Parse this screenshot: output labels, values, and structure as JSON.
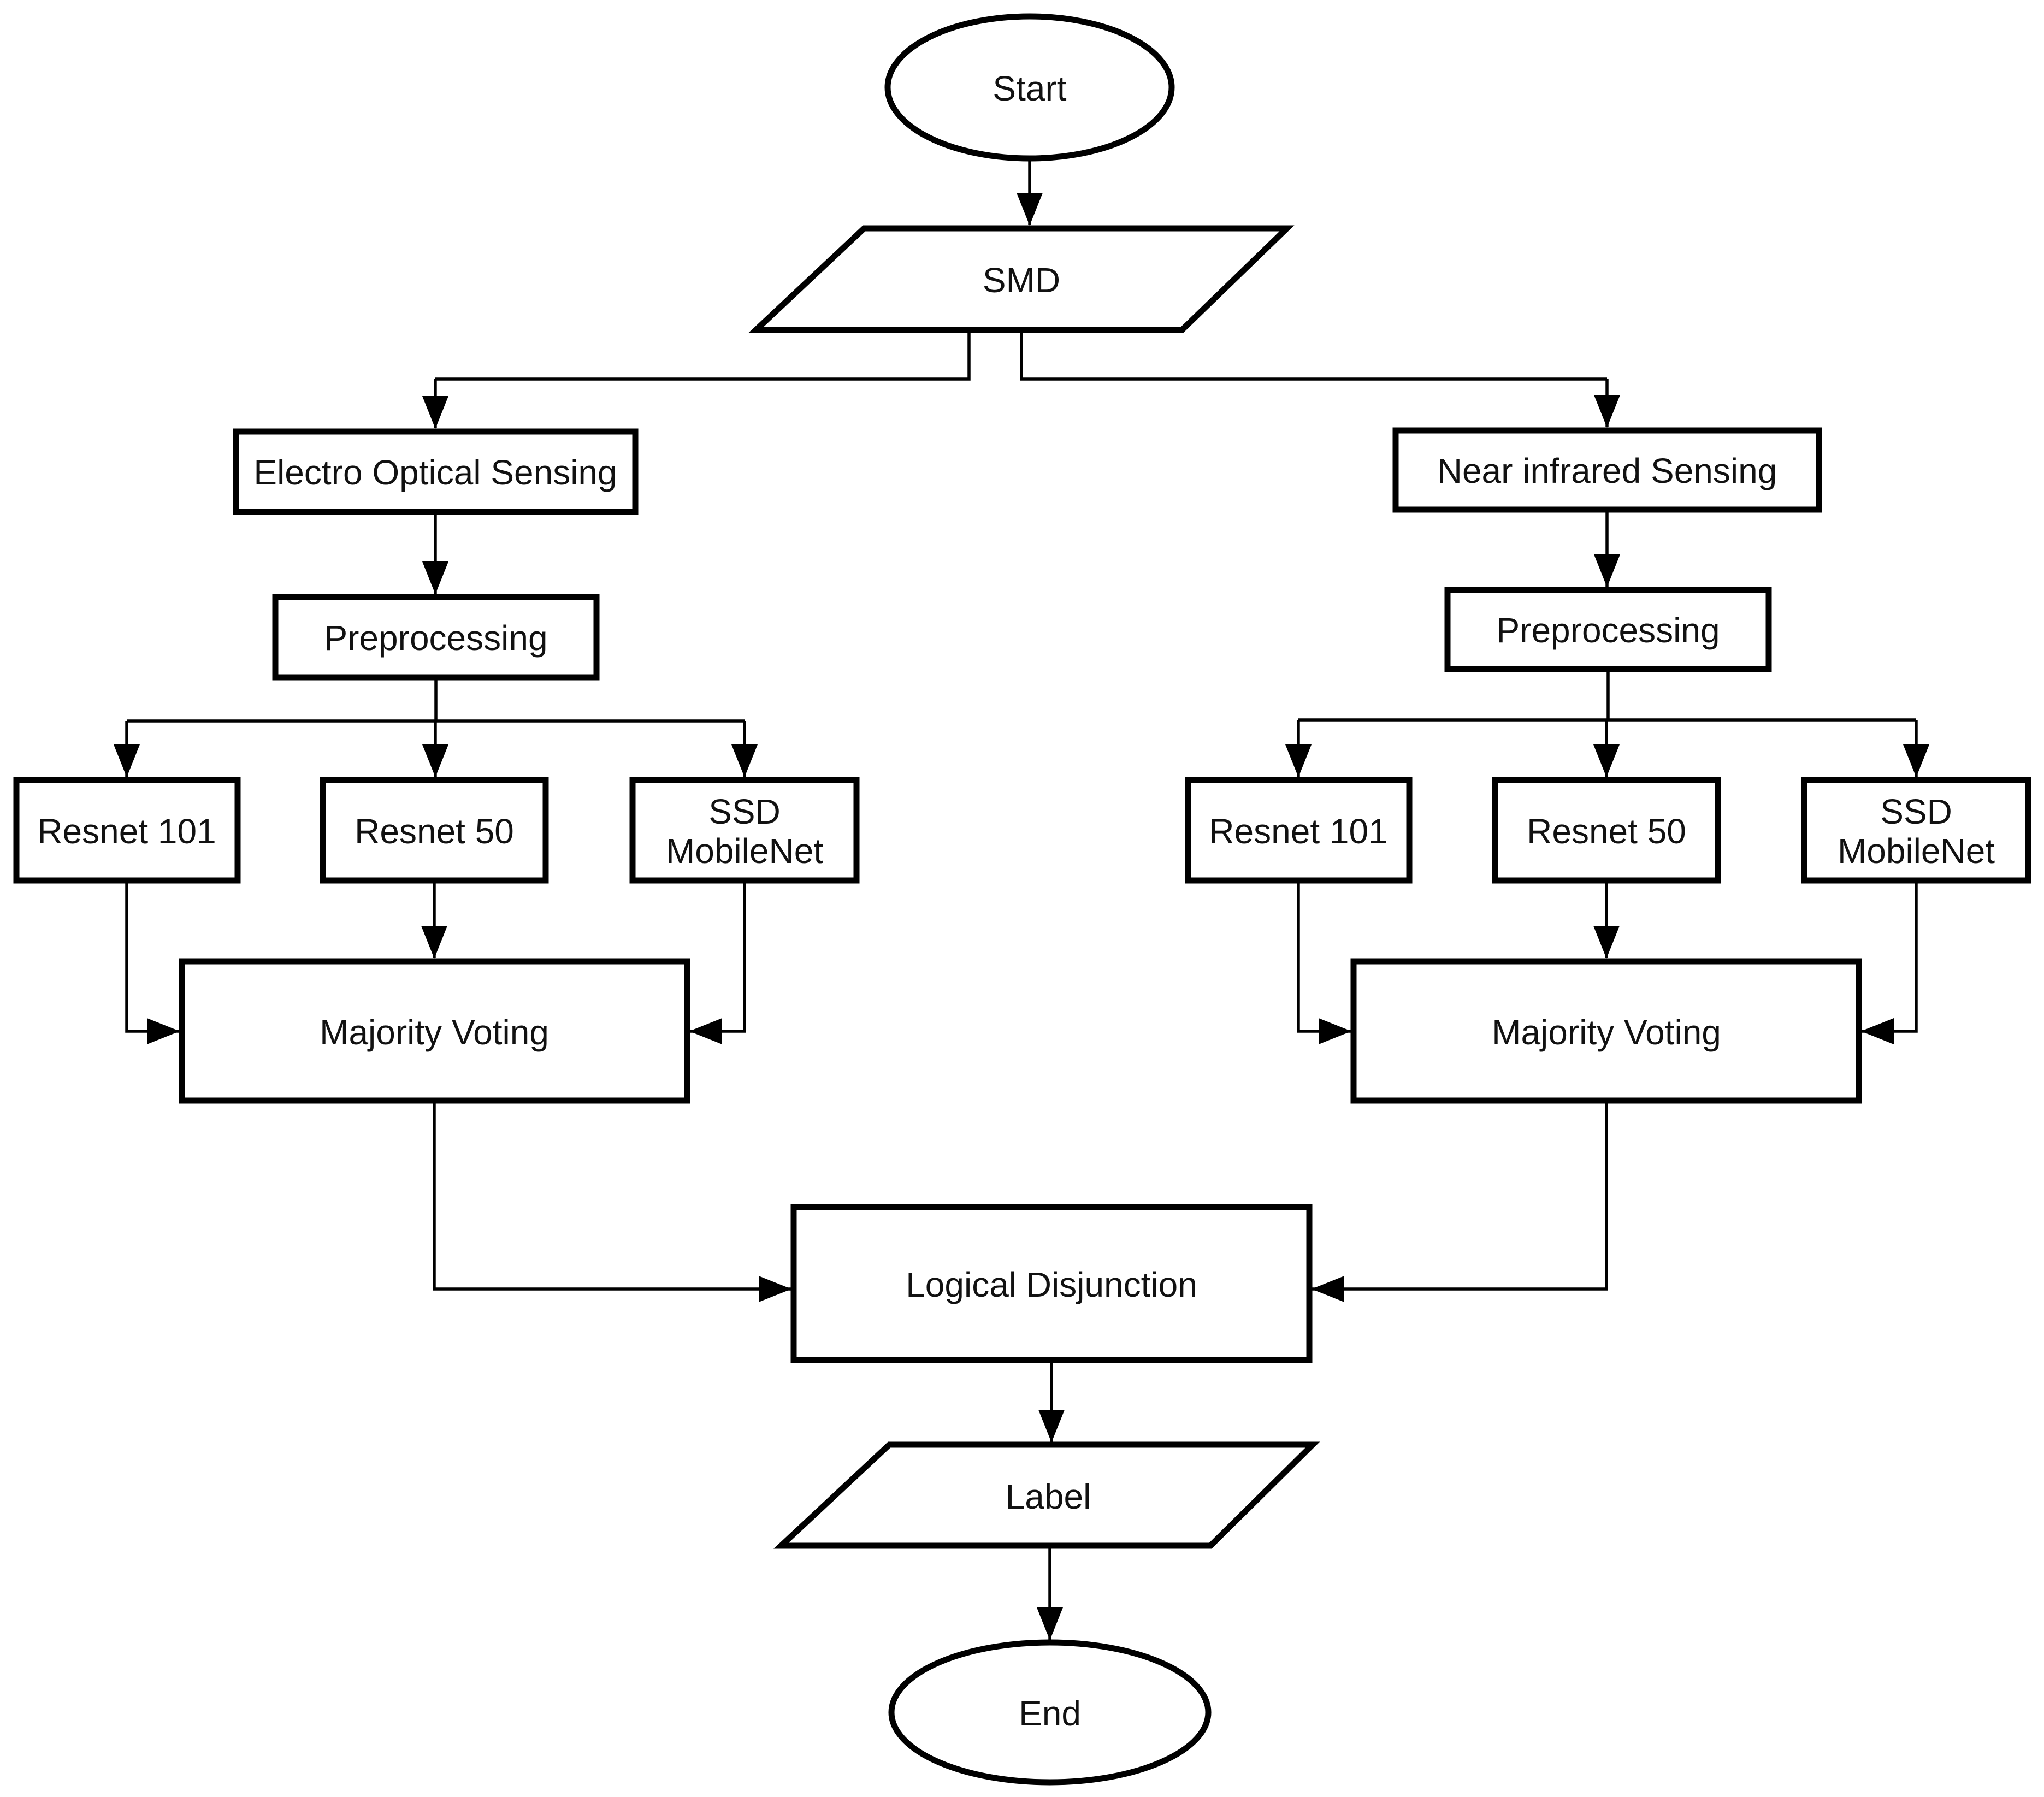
{
  "diagram": {
    "type": "flowchart",
    "nodes": {
      "start": {
        "label": "Start",
        "shape": "terminator"
      },
      "smd": {
        "label": "SMD",
        "shape": "data"
      },
      "electro_optical": {
        "label": "Electro Optical Sensing",
        "shape": "process"
      },
      "near_infrared": {
        "label": "Near infrared Sensing",
        "shape": "process"
      },
      "preprocessing_left": {
        "label": "Preprocessing",
        "shape": "process"
      },
      "preprocessing_right": {
        "label": "Preprocessing",
        "shape": "process"
      },
      "resnet101_left": {
        "label": "Resnet 101",
        "shape": "process"
      },
      "resnet50_left": {
        "label": "Resnet 50",
        "shape": "process"
      },
      "ssd_mobilenet_left": {
        "line1": "SSD",
        "line2": "MobileNet",
        "shape": "process"
      },
      "resnet101_right": {
        "label": "Resnet 101",
        "shape": "process"
      },
      "resnet50_right": {
        "label": "Resnet 50",
        "shape": "process"
      },
      "ssd_mobilenet_right": {
        "line1": "SSD",
        "line2": "MobileNet",
        "shape": "process"
      },
      "majority_voting_left": {
        "label": "Majority Voting",
        "shape": "process"
      },
      "majority_voting_right": {
        "label": "Majority Voting",
        "shape": "process"
      },
      "logical_disjunction": {
        "label": "Logical Disjunction",
        "shape": "process"
      },
      "label_output": {
        "label": "Label",
        "shape": "data"
      },
      "end": {
        "label": "End",
        "shape": "terminator"
      }
    },
    "colors": {
      "stroke": "#000000",
      "fill": "#ffffff",
      "background": "#ffffff",
      "text": "#111111"
    }
  }
}
